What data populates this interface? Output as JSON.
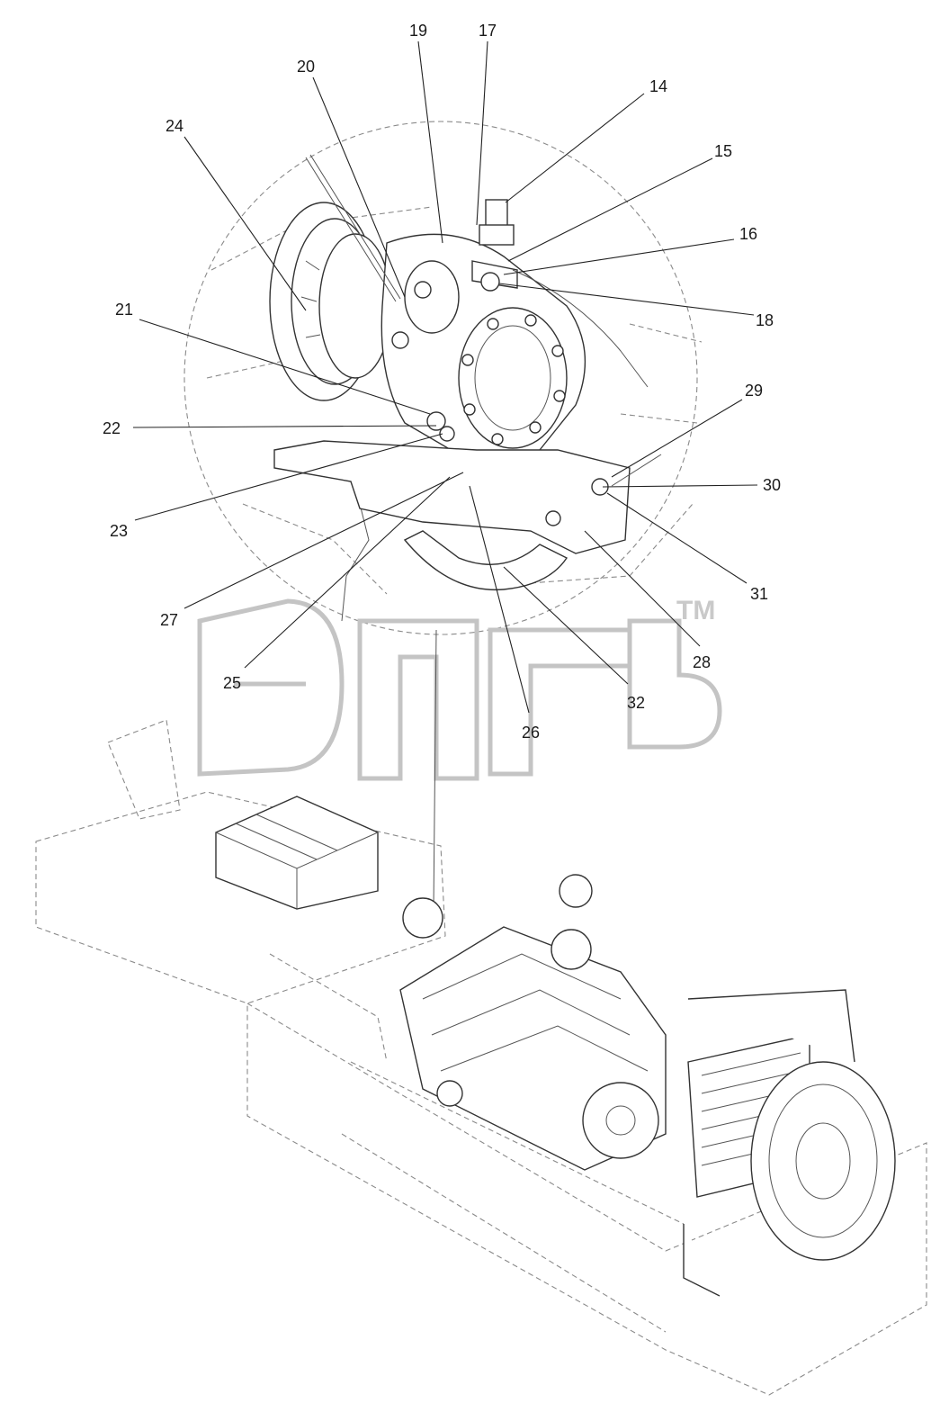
{
  "diagram": {
    "callouts": [
      "14",
      "15",
      "16",
      "17",
      "18",
      "19",
      "20",
      "21",
      "22",
      "23",
      "24",
      "25",
      "26",
      "27",
      "28",
      "29",
      "30",
      "31",
      "32"
    ]
  },
  "watermark": {
    "symbol": "TM"
  }
}
